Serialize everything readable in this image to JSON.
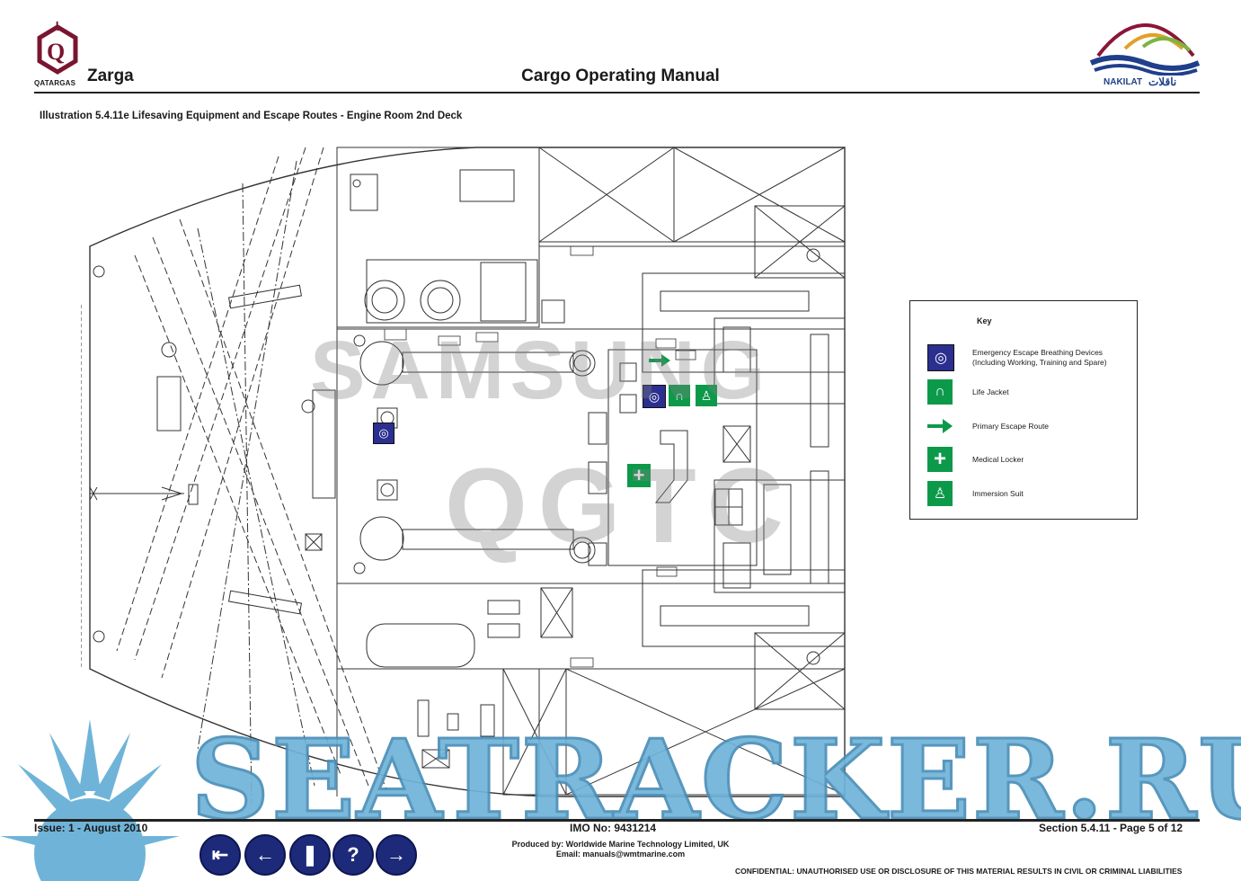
{
  "header": {
    "vessel_name": "Zarga",
    "manual_title": "Cargo Operating Manual",
    "left_logo_text": "QATARGAS",
    "right_logo_text": "NAKILAT",
    "right_logo_arabic": "ناقلات"
  },
  "illustration_title": "Illustration 5.4.11e Lifesaving Equipment and Escape Routes - Engine Room 2nd Deck",
  "key": {
    "title": "Key",
    "items": [
      {
        "label": "Emergency Escape Breathing Devices",
        "sublabel": "(Including Working, Training and Spare)",
        "icon": "eebd-icon",
        "color": "#2b2f8f"
      },
      {
        "label": "Life Jacket",
        "icon": "life-jacket-icon",
        "color": "#0c9a4a"
      },
      {
        "label": "Primary Escape Route",
        "icon": "escape-arrow-icon",
        "color": "#0c9a4a"
      },
      {
        "label": "Medical Locker",
        "icon": "medical-cross-icon",
        "color": "#0c9a4a"
      },
      {
        "label": "Immersion Suit",
        "icon": "immersion-suit-icon",
        "color": "#0c9a4a"
      }
    ]
  },
  "watermarks": {
    "line1": "SAMSUNG",
    "line2": "QGTC",
    "banner": "SEATRACKER.RU"
  },
  "footer": {
    "issue": "Issue: 1  -  August 2010",
    "imo": "IMO No: 9431214",
    "section": "Section 5.4.11  -  Page 5 of 12",
    "produced_by": "Produced by: Worldwide Marine Technology Limited, UK",
    "email": "Email: manuals@wmtmarine.com",
    "confidential": "CONFIDENTIAL: UNAUTHORISED USE OR DISCLOSURE OF THIS MATERIAL RESULTS IN CIVIL OR CRIMINAL LIABILITIES"
  },
  "navigation": {
    "first": "⇤",
    "back": "←",
    "toc": "❚",
    "help": "?",
    "next": "→"
  }
}
